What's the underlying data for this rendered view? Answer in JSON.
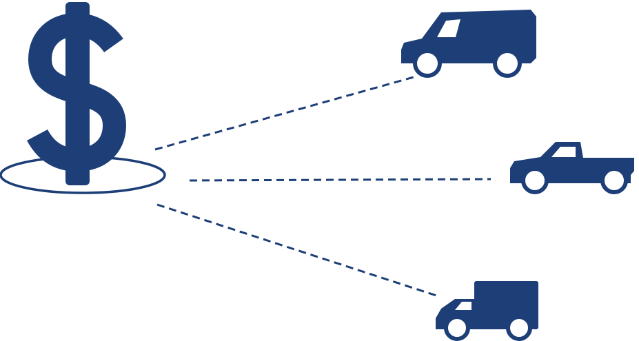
{
  "diagram": {
    "hub": {
      "icon": "dollar-sign-icon",
      "base": "ellipse-platform"
    },
    "connections": [
      {
        "from": "hub",
        "to": "cargo-van",
        "style": "dashed"
      },
      {
        "from": "hub",
        "to": "pickup-truck",
        "style": "dashed"
      },
      {
        "from": "hub",
        "to": "box-truck",
        "style": "dashed"
      }
    ],
    "vehicles": [
      {
        "icon": "cargo-van-icon"
      },
      {
        "icon": "pickup-truck-icon"
      },
      {
        "icon": "box-truck-icon"
      }
    ]
  },
  "colors": {
    "primary": "#1d3e76",
    "background": "#ffffff",
    "wheel_hub": "#ffffff"
  }
}
